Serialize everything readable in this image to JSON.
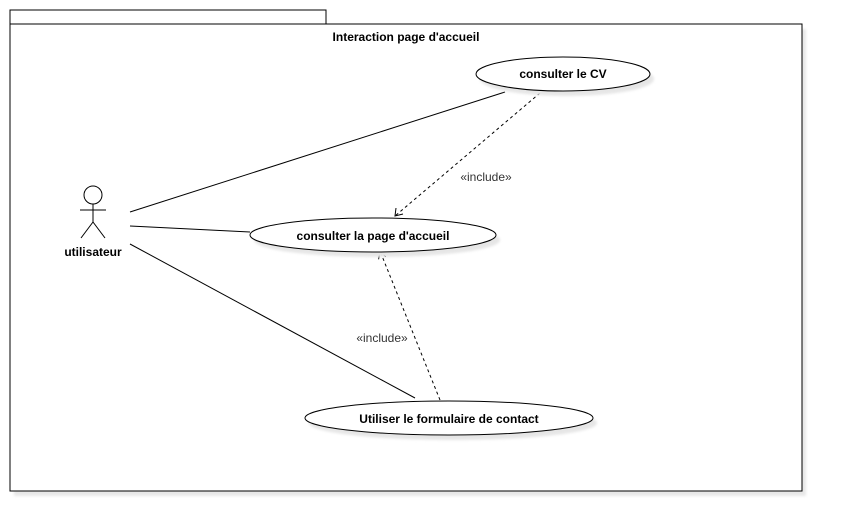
{
  "diagram": {
    "type": "uml-use-case",
    "package": {
      "title": "Interaction page d'accueil"
    },
    "actor": {
      "name": "utilisateur"
    },
    "use_cases": [
      {
        "id": "uc_cv",
        "label": "consulter le CV"
      },
      {
        "id": "uc_home",
        "label": "consulter la page d'accueil"
      },
      {
        "id": "uc_form",
        "label": "Utiliser le formulaire de contact"
      }
    ],
    "associations": [
      {
        "from": "actor",
        "to": "uc_cv"
      },
      {
        "from": "actor",
        "to": "uc_home"
      },
      {
        "from": "actor",
        "to": "uc_form"
      }
    ],
    "dependencies": [
      {
        "from": "uc_cv",
        "to": "uc_home",
        "stereotype": "«include»"
      },
      {
        "from": "uc_form",
        "to": "uc_home",
        "stereotype": "«include»"
      }
    ],
    "colors": {
      "line": "#000000",
      "shadow": "#e6e6e6",
      "fill": "#ffffff"
    }
  }
}
